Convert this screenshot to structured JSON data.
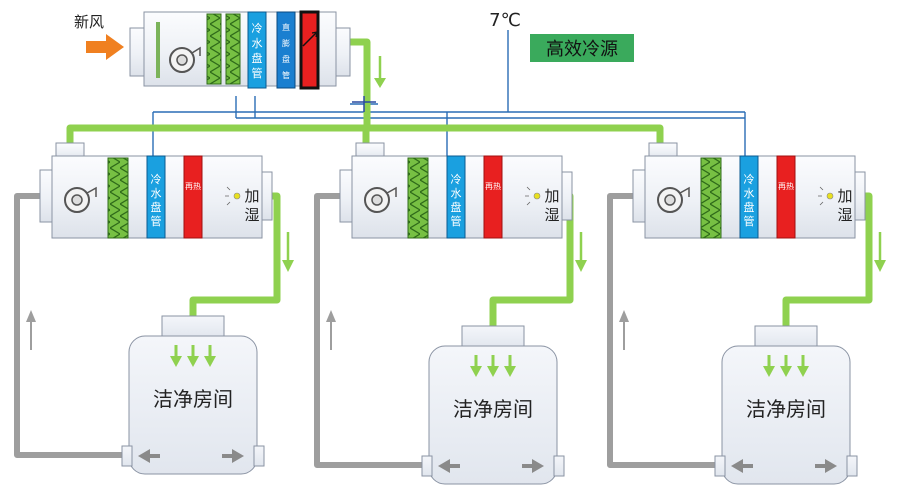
{
  "fresh_air": {
    "label": "新风"
  },
  "source": {
    "temp": "7℃",
    "label": "高效冷源"
  },
  "main_ahu": {
    "coil_label": [
      "冷",
      "水",
      "盘",
      "管"
    ],
    "coil2_label": [
      "直",
      "膨",
      "盘",
      "管"
    ]
  },
  "units": [
    {
      "coil_label": [
        "冷",
        "水",
        "盘",
        "管"
      ],
      "heater_label": "再热",
      "humidifier_label": [
        "加",
        "湿"
      ],
      "room_label": "洁净房间"
    },
    {
      "coil_label": [
        "冷",
        "水",
        "盘",
        "管"
      ],
      "heater_label": "再热",
      "humidifier_label": [
        "加",
        "湿"
      ],
      "room_label": "洁净房间"
    },
    {
      "coil_label": [
        "冷",
        "水",
        "盘",
        "管"
      ],
      "heater_label": "再热",
      "humidifier_label": [
        "加",
        "湿"
      ],
      "room_label": "洁净房间"
    }
  ],
  "colors": {
    "duct_green": "#8fd14f",
    "return_grey": "#9e9e9e",
    "coil_blue": "#1aa0e0",
    "heater_red": "#e82020",
    "filter_green": "#77c043",
    "pipe_blue": "#2a6db5",
    "source_green": "#3aaa5c",
    "fresh_air_orange": "#f08020"
  }
}
